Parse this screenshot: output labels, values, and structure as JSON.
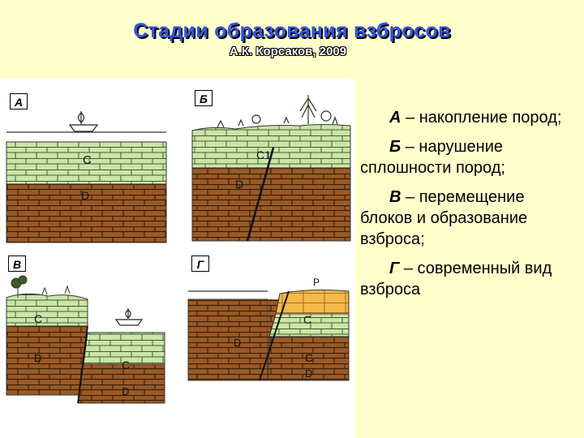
{
  "slide": {
    "title": "Стадии образования взбросов",
    "author": "А.К. Корсаков, 2009"
  },
  "panels": [
    {
      "id": "A",
      "label": "А",
      "layers": [
        "C",
        "D"
      ]
    },
    {
      "id": "B",
      "label": "Б",
      "layers": [
        "C1",
        "D"
      ]
    },
    {
      "id": "V",
      "label": "В",
      "layers": [
        "C",
        "D",
        "C",
        "D"
      ]
    },
    {
      "id": "G",
      "label": "Г",
      "layers": [
        "P",
        "C",
        "D",
        "C",
        "D"
      ]
    }
  ],
  "captions": [
    {
      "letter": "А",
      "text": " – накопление пород;"
    },
    {
      "letter": "Б",
      "text": " – нарушение сплошности пород;"
    },
    {
      "letter": "В",
      "text": " – перемещение блоков и образование взброса;"
    },
    {
      "letter": "Г",
      "text": " – современный вид взброса"
    }
  ],
  "colors": {
    "title": "#3355dd",
    "background": "#ffffcc",
    "limestone": "#c9e6a8",
    "brick": "#9a5a26",
    "young_layer": "#f5b84a"
  }
}
